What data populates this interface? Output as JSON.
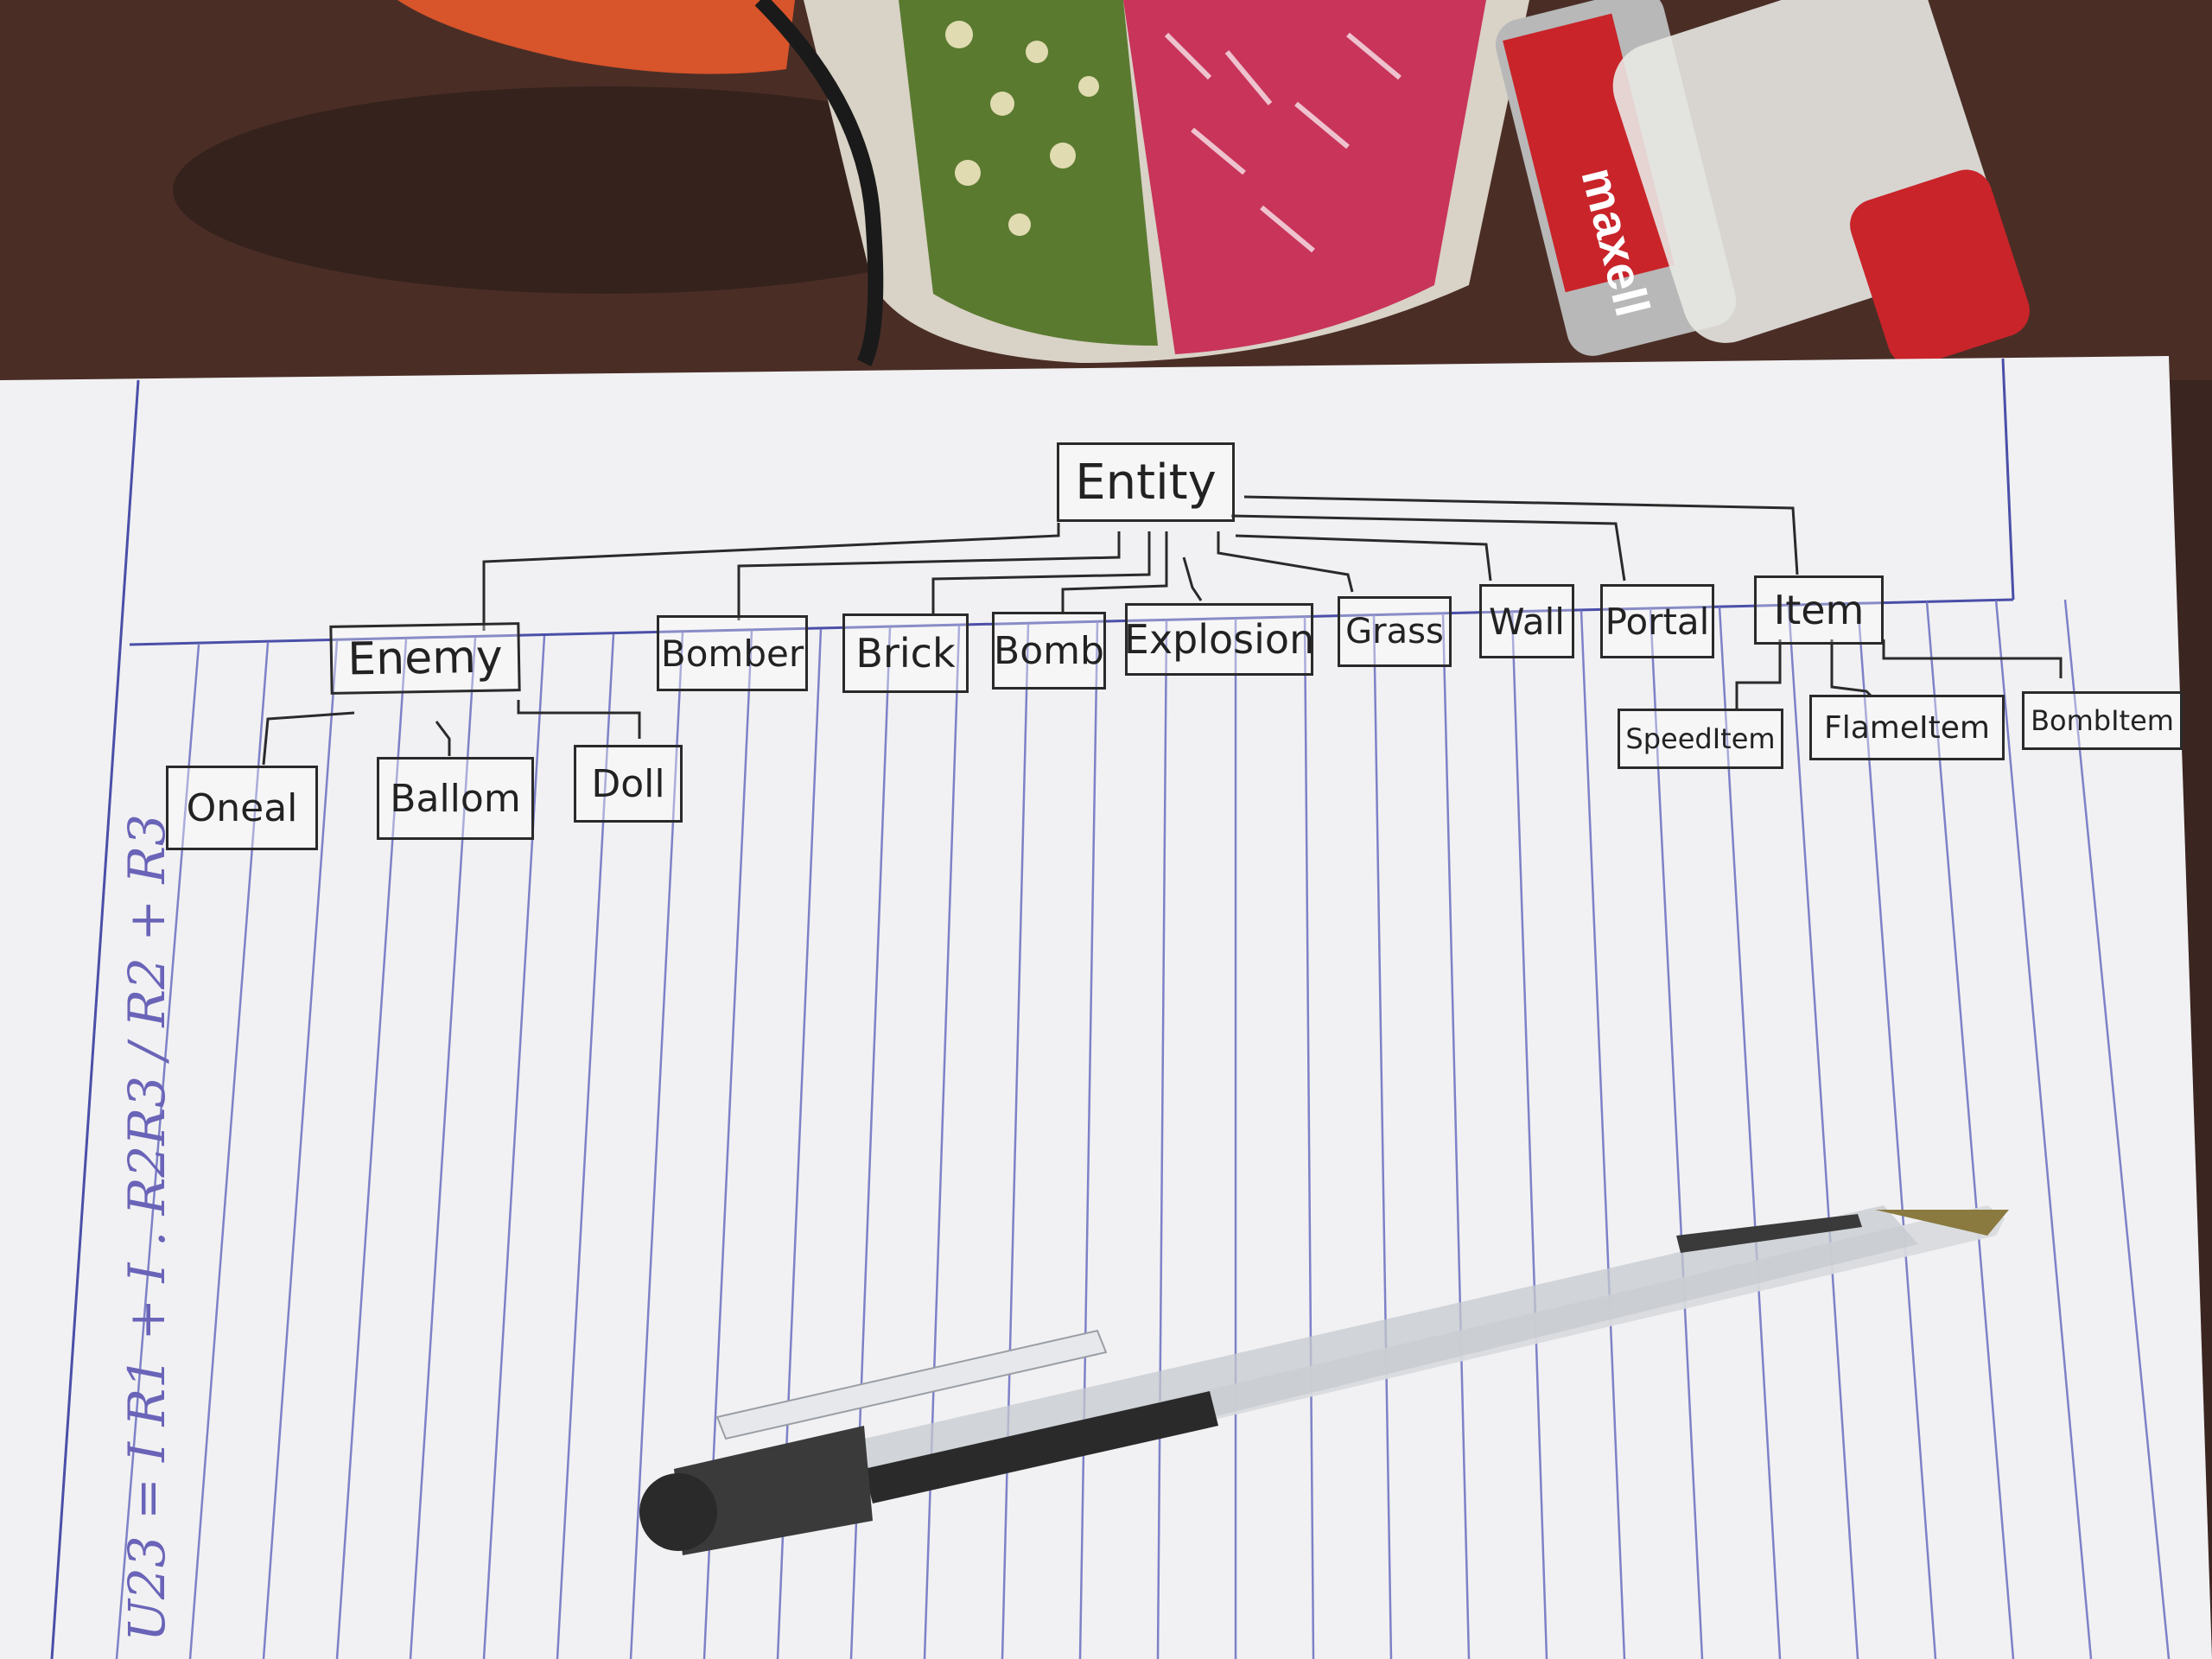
{
  "diagram": {
    "root": {
      "label": "Entity"
    },
    "children": [
      {
        "id": "enemy",
        "label": "Enemy",
        "children": [
          {
            "id": "oneal",
            "label": "Oneal"
          },
          {
            "id": "ballom",
            "label": "Ballom"
          },
          {
            "id": "doll",
            "label": "Doll"
          }
        ]
      },
      {
        "id": "bomber",
        "label": "Bomber"
      },
      {
        "id": "brick",
        "label": "Brick"
      },
      {
        "id": "bomb",
        "label": "Bomb"
      },
      {
        "id": "explosion",
        "label": "Explosion"
      },
      {
        "id": "grass",
        "label": "Grass"
      },
      {
        "id": "wall",
        "label": "Wall"
      },
      {
        "id": "portal",
        "label": "Portal"
      },
      {
        "id": "item",
        "label": "Item",
        "children": [
          {
            "id": "speeditem",
            "label": "SpeedItem"
          },
          {
            "id": "flameitem",
            "label": "FlameItem"
          },
          {
            "id": "bombitem",
            "label": "BombItem"
          }
        ]
      }
    ]
  },
  "margin_note": {
    "text": "U23 = I R1 + I . R2R3 / R2 + R3"
  },
  "battery_brand": "maxell",
  "colors": {
    "desk": "#3a2620",
    "paper": "#f2f2f4",
    "rule_line": "#4a4fa8",
    "ink": "#2a2a2a",
    "pencil_note": "#6a64b8",
    "battery_red": "#c8242a"
  },
  "icons": [
    "pen-icon",
    "battery-icon",
    "cup-icon"
  ]
}
